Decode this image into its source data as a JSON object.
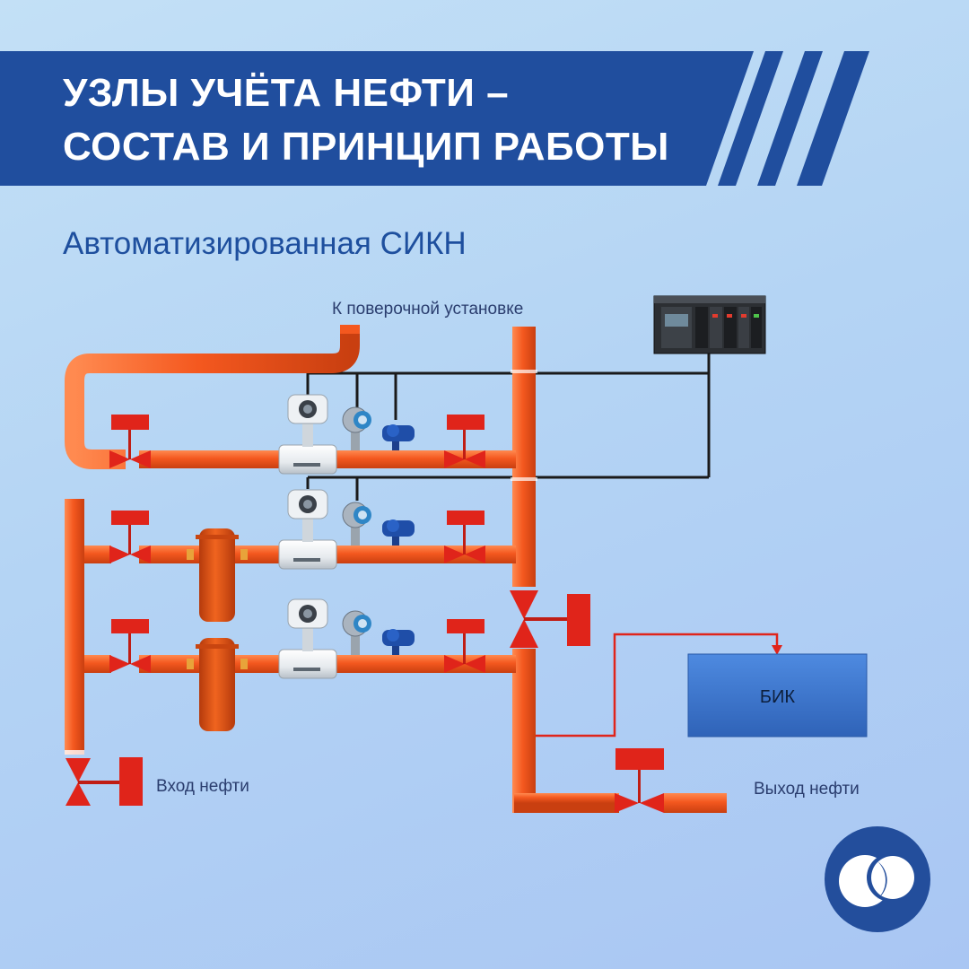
{
  "header": {
    "title_line1": "УЗЛЫ УЧЁТА НЕФТИ –",
    "title_line2": "СОСТАВ И ПРИНЦИП РАБОТЫ"
  },
  "subtitle": "Автоматизированная СИКН",
  "diagram": {
    "labels": {
      "to_prover": "К поверочной установке",
      "inlet": "Вход нефти",
      "outlet": "Выход нефти",
      "bik": "БИК"
    }
  },
  "colors": {
    "banner": "#204e9e",
    "pipe": "#f0541d",
    "valve": "#e0241a",
    "cable": "#1a1a1a",
    "bik_box": "#3c78d0",
    "logo": "#234e9c"
  },
  "icons": [
    "logo-icon"
  ]
}
